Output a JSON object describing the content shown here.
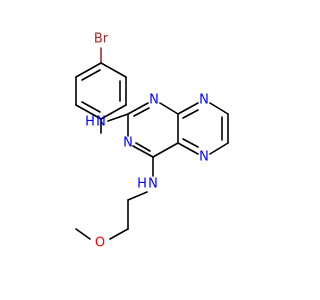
{
  "atoms": {
    "br": {
      "text": "Br",
      "color": "#A52A2A"
    },
    "nh_aryl": {
      "text": "N",
      "h": "H",
      "color": "#0000FF"
    },
    "n1": {
      "text": "N",
      "color": "#0000FF"
    },
    "n3": {
      "text": "N",
      "color": "#0000FF"
    },
    "n5": {
      "text": "N",
      "color": "#0000FF"
    },
    "n8": {
      "text": "N",
      "color": "#0000FF"
    },
    "nh_alkyl": {
      "text": "N",
      "h": "H",
      "color": "#0000FF"
    },
    "o": {
      "text": "O",
      "color": "#FF0000"
    }
  }
}
